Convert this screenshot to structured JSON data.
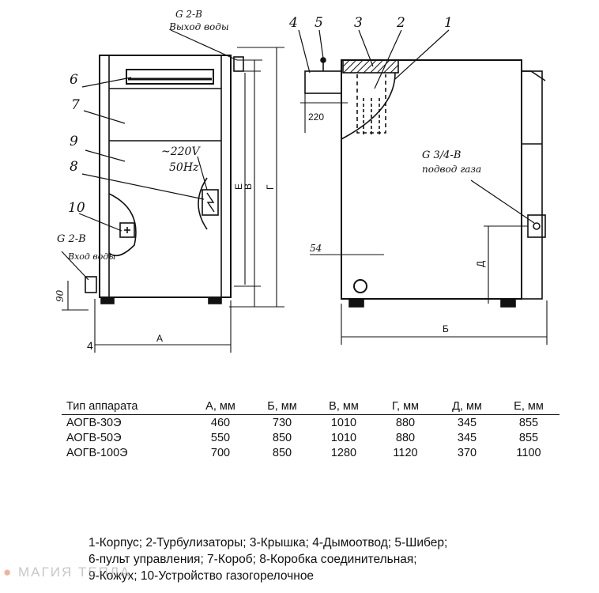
{
  "drawing": {
    "labels": {
      "g2b_top": "G 2-В",
      "vyhod_vody_top": "Выход воды",
      "n1": "1",
      "n2": "2",
      "n3": "3",
      "n4": "4",
      "n5": "5",
      "n6": "6",
      "n7": "7",
      "n8": "8",
      "n9": "9",
      "n10": "10",
      "voltage": "~220V",
      "freq": "50Hz",
      "g2b_side": "G 2-В",
      "vhod_vody": "Вход воды",
      "dim_90": "90",
      "dim_4": "4",
      "dim_A": "А",
      "dim_E": "Е",
      "dim_V": "В",
      "dim_G": "Г",
      "dim_220": "220",
      "dim_54": "54",
      "dim_D": "Д",
      "dim_B": "Б",
      "g34b": "G 3/4-В",
      "podvod_gaza": "подвод газа"
    }
  },
  "table": {
    "headers": [
      "Тип аппарата",
      "А, мм",
      "Б, мм",
      "В, мм",
      "Г, мм",
      "Д, мм",
      "Е, мм"
    ],
    "rows": [
      [
        "АОГВ-30Э",
        "460",
        "730",
        "1010",
        "880",
        "345",
        "855"
      ],
      [
        "АОГВ-50Э",
        "550",
        "850",
        "1010",
        "880",
        "345",
        "855"
      ],
      [
        "АОГВ-100Э",
        "700",
        "850",
        "1280",
        "1120",
        "370",
        "1100"
      ]
    ]
  },
  "legend": {
    "line1": "1-Корпус; 2-Турбулизаторы; 3-Крышка; 4-Дымоотвод; 5-Шибер;",
    "line2": "6-пульт управления; 7-Короб; 8-Коробка соединительная;",
    "line3": "9-Кожух; 10-Устройство газогорелочное"
  },
  "watermark": {
    "brand": "МАГИЯ ТЕПЛА"
  }
}
